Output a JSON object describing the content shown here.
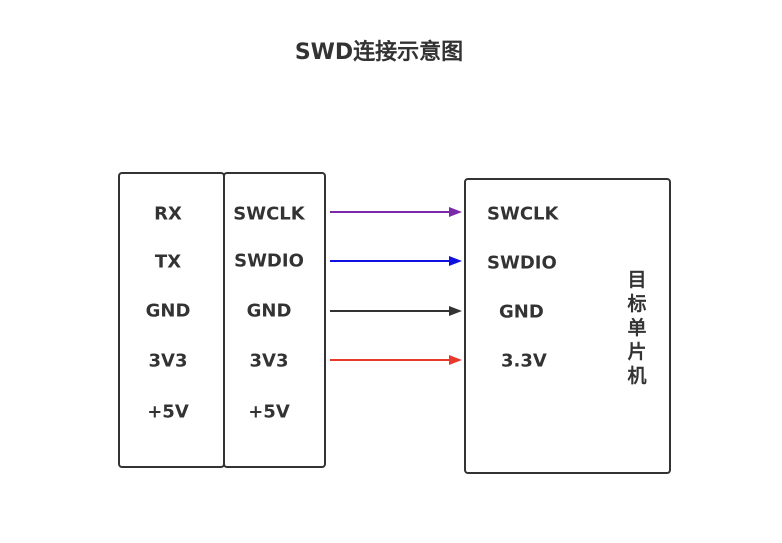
{
  "title": "SWD连接示意图",
  "left_column": [
    "RX",
    "TX",
    "GND",
    "3V3",
    "+5V"
  ],
  "middle_column": [
    "SWCLK",
    "SWDIO",
    "GND",
    "3V3",
    "+5V"
  ],
  "target": {
    "pins": [
      "SWCLK",
      "SWDIO",
      "GND",
      "3.3V"
    ],
    "name": "目标单片机"
  },
  "connections": [
    {
      "from": "SWCLK",
      "to": "SWCLK",
      "color": "#7a2aa8"
    },
    {
      "from": "SWDIO",
      "to": "SWDIO",
      "color": "#1010e0"
    },
    {
      "from": "GND",
      "to": "GND",
      "color": "#333333"
    },
    {
      "from": "3V3",
      "to": "3.3V",
      "color": "#e8392f"
    }
  ]
}
